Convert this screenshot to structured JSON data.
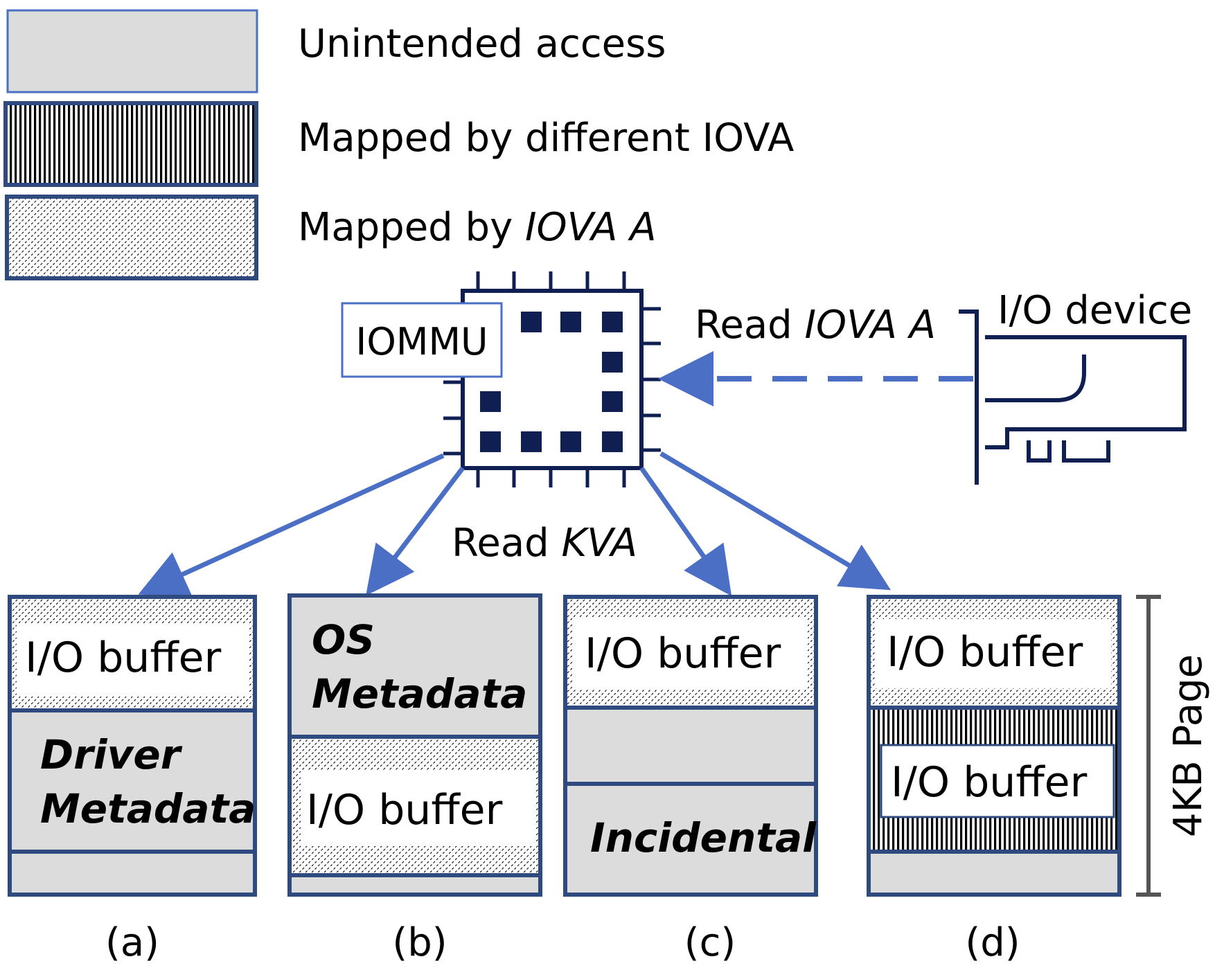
{
  "legend": [
    {
      "label": "Unintended access"
    },
    {
      "label_prefix": "Mapped by different IOVA",
      "label_italic": ""
    },
    {
      "label_prefix": "Mapped by ",
      "label_italic": "IOVA A"
    }
  ],
  "iommu": {
    "label": "IOMMU"
  },
  "io_device": {
    "label": "I/O device"
  },
  "device_read": {
    "prefix": "Read ",
    "italic": "IOVA A"
  },
  "kva_read": {
    "prefix": "Read ",
    "italic": "KVA"
  },
  "page_size_label": "4KB Page",
  "panels": [
    {
      "caption": "(a)",
      "buffer_label": "I/O buffer",
      "metadata_lines": [
        "Driver",
        "Metadata"
      ]
    },
    {
      "caption": "(b)",
      "buffer_label": "I/O buffer",
      "metadata_lines": [
        "OS",
        "Metadata"
      ]
    },
    {
      "caption": "(c)",
      "buffer_label": "I/O buffer",
      "metadata_lines": [
        "Incidental"
      ]
    },
    {
      "caption": "(d)",
      "buffer_label": "I/O buffer",
      "buffer_label_2": "I/O buffer"
    }
  ],
  "colors": {
    "border": "#2f4a7f",
    "unintended_fill": "#dcdcdc",
    "chip": "#0f1f52",
    "arrow": "#4a6fc4",
    "iommu_box_border": "#4a6fc4",
    "bracket": "#555555"
  }
}
